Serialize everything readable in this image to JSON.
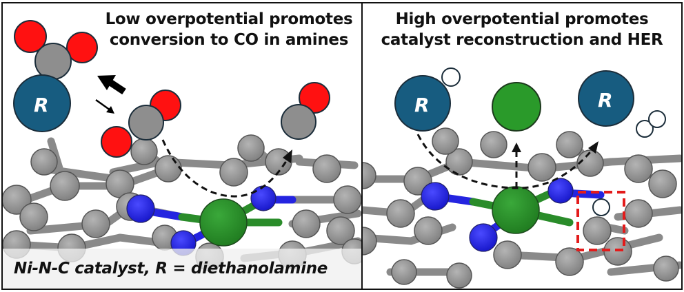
{
  "panels": {
    "left": {
      "title_line1": "Low overpotential promotes",
      "title_line2": "conversion to CO in amines",
      "caption": "Ni-N-C catalyst, R = diethanolamine",
      "r_label": "R"
    },
    "right": {
      "title_line1": "High overpotential promotes",
      "title_line2": "catalyst reconstruction and HER",
      "r_label_1": "R",
      "r_label_2": "R"
    }
  },
  "colors": {
    "carbon": "#8f8f8f",
    "oxygen": "#ff0000",
    "nitrogen": "#1f1fee",
    "nickel": "#2a8c2a",
    "amine": "#175c80",
    "highlight_box": "#e31b1b"
  }
}
